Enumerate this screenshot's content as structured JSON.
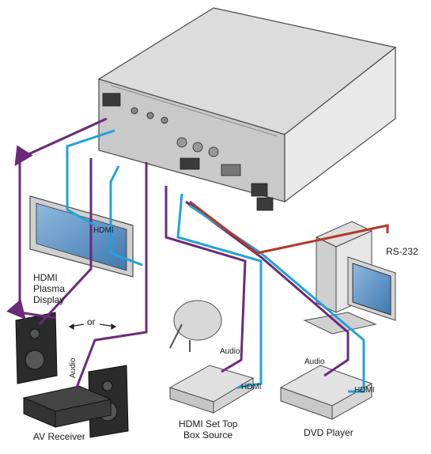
{
  "labels": {
    "hdmi_display_link": "HDMI",
    "display_name": [
      "HDMI",
      "Plasma",
      "Display"
    ],
    "or_text": "or",
    "receiver_audio": "Audio",
    "receiver_name": "AV Receiver",
    "settop_audio": "Audio",
    "settop_hdmi": "HDMI",
    "settop_name": [
      "HDMI Set Top",
      "Box Source"
    ],
    "dvd_audio": "Audio",
    "dvd_hdmi": "HDMI",
    "dvd_name": "DVD Player",
    "rs232": "RS-232"
  },
  "colors": {
    "hdmi_cable": "#1fa3d8",
    "audio_cable": "#6b2a7a",
    "rs232_cable": "#b0392a",
    "device_body": "#e6e6e6",
    "device_outline": "#4a4a4a",
    "screen": "#5f97c8"
  }
}
